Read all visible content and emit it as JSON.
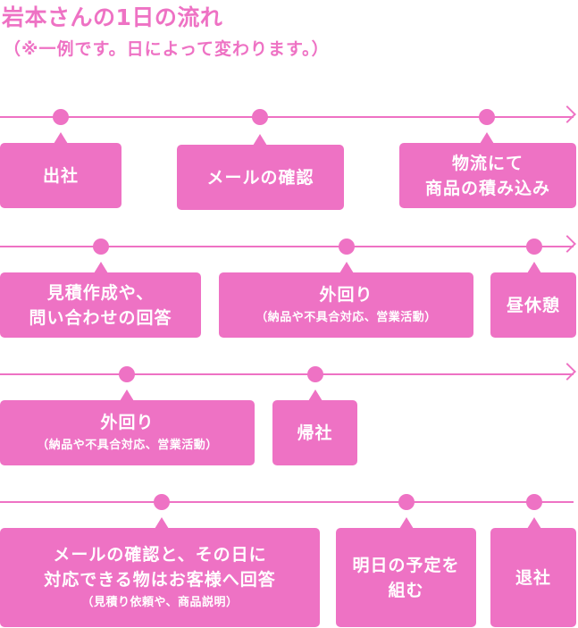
{
  "title": "岩本さんの1日の流れ",
  "subtitle": "（※一例です。日によって変わります。）",
  "colors": {
    "accent": "#ee72c4",
    "text_on_accent": "#ffffff"
  },
  "rows": [
    {
      "has_arrow": true,
      "steps": [
        {
          "lines": [
            "出社"
          ],
          "note": ""
        },
        {
          "lines": [
            "メールの確認"
          ],
          "note": ""
        },
        {
          "lines": [
            "物流にて",
            "商品の積み込み"
          ],
          "note": ""
        }
      ]
    },
    {
      "has_arrow": true,
      "steps": [
        {
          "lines": [
            "見積作成や、",
            "問い合わせの回答"
          ],
          "note": ""
        },
        {
          "lines": [
            "外回り"
          ],
          "note": "（納品や不具合対応、営業活動）"
        },
        {
          "lines": [
            "昼休憩"
          ],
          "note": ""
        }
      ]
    },
    {
      "has_arrow": true,
      "steps": [
        {
          "lines": [
            "外回り"
          ],
          "note": "（納品や不具合対応、営業活動）"
        },
        {
          "lines": [
            "帰社"
          ],
          "note": ""
        }
      ]
    },
    {
      "has_arrow": false,
      "steps": [
        {
          "lines": [
            "メールの確認と、その日に",
            "対応できる物はお客様へ回答"
          ],
          "note": "（見積り依頼や、商品説明）"
        },
        {
          "lines": [
            "明日の予定を",
            "組む"
          ],
          "note": ""
        },
        {
          "lines": [
            "退社"
          ],
          "note": ""
        }
      ]
    }
  ]
}
